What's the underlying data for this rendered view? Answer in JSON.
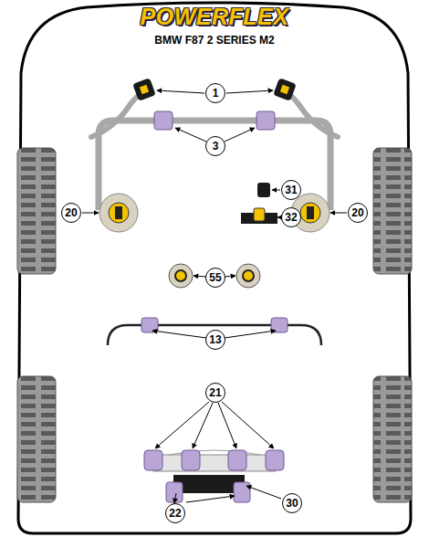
{
  "diagram": {
    "title": "BMW F87 2 SERIES M2",
    "nodes": [
      {
        "text": [
          "1"
        ]
      },
      {
        "text": [
          "3"
        ]
      },
      {
        "text": [
          "20"
        ]
      },
      {
        "text": [
          "20"
        ]
      },
      {
        "text": [
          "31"
        ]
      },
      {
        "text": [
          "32"
        ]
      },
      {
        "text": [
          "55"
        ]
      },
      {
        "text": [
          "13"
        ]
      },
      {
        "text": [
          "21"
        ]
      },
      {
        "text": [
          "22"
        ]
      },
      {
        "text": [
          "30"
        ]
      }
    ],
    "labels": [
      "POWERFLEX"
    ]
  }
}
